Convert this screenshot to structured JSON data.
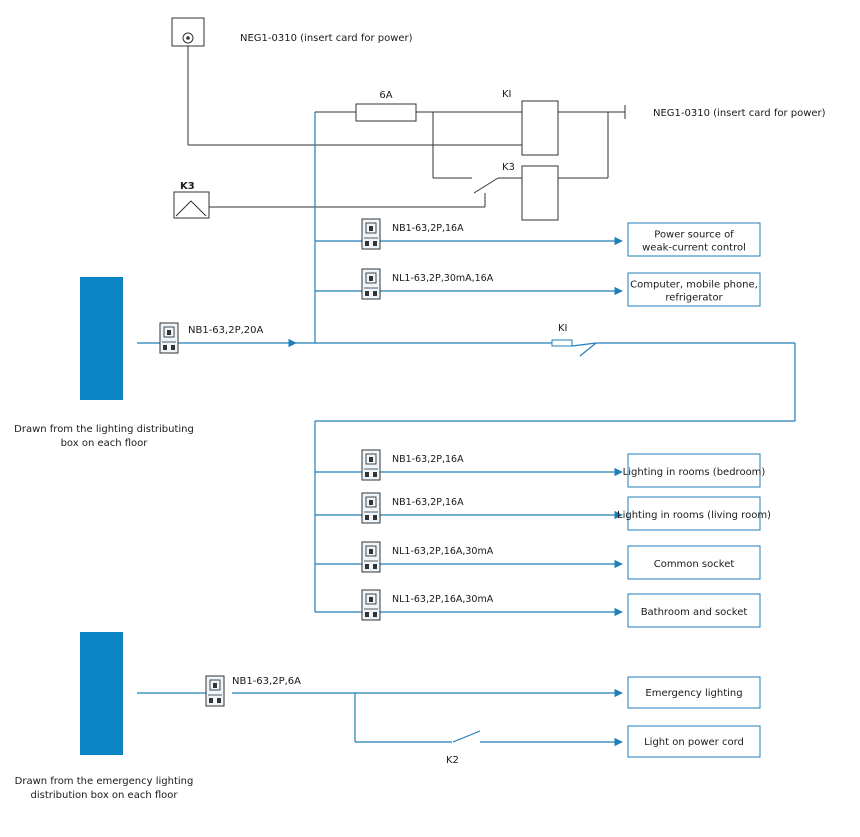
{
  "colors": {
    "wire": "#1f7fb8",
    "bar": "#0b84c6",
    "breaker_fill": "#eef6fb"
  },
  "labels": {
    "neg_top": "NEG1-0310 (insert card for power)",
    "neg_right": "NEG1-0310 (insert card for power)",
    "fuse": "6A",
    "k1_top": "KI",
    "k3_right": "K3",
    "k3_box": "K3",
    "k1_switch": "KI",
    "k2": "K2",
    "main_breaker": "NB1-63,2P,20A",
    "emergency_breaker": "NB1-63,2P,6A",
    "source_lighting": [
      "Drawn from the lighting distributing",
      "box on each floor"
    ],
    "source_emergency": [
      "Drawn from the emergency lighting",
      "distribution box on each floor"
    ]
  },
  "branches_upper": [
    {
      "breaker": "NB1-63,2P,16A",
      "load": [
        "Power source of",
        "weak-current control"
      ]
    },
    {
      "breaker": "NL1-63,2P,30mA,16A",
      "load": [
        "Computer, mobile phone,",
        "refrigerator"
      ]
    }
  ],
  "branches_lower": [
    {
      "breaker": "NB1-63,2P,16A",
      "load": [
        "Lighting in rooms (bedroom)"
      ]
    },
    {
      "breaker": "NB1-63,2P,16A",
      "load": [
        "Lighting in rooms (living room)"
      ]
    },
    {
      "breaker": "NL1-63,2P,16A,30mA",
      "load": [
        "Common socket"
      ]
    },
    {
      "breaker": "NL1-63,2P,16A,30mA",
      "load": [
        "Bathroom and socket"
      ]
    }
  ],
  "emergency_loads": [
    [
      "Emergency lighting"
    ],
    [
      "Light on power cord"
    ]
  ]
}
